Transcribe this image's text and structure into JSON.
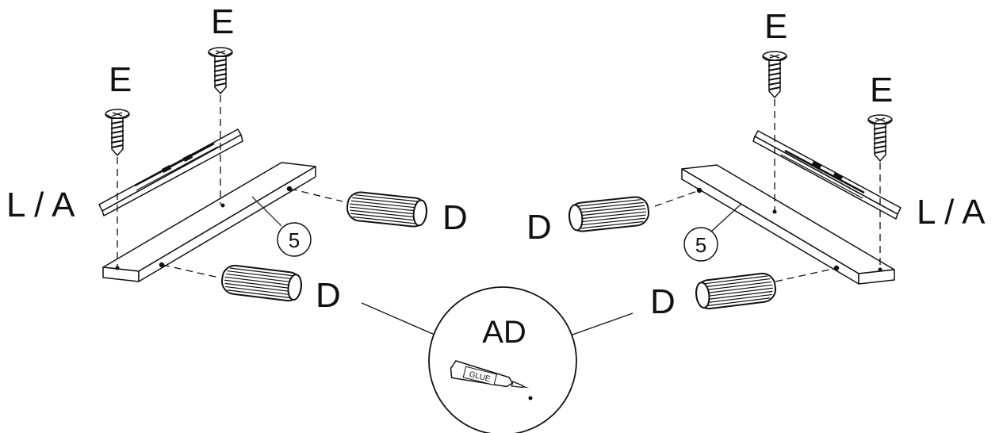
{
  "diagram": {
    "label_e": "E",
    "label_la": "L / A",
    "label_d": "D",
    "part_number": "5",
    "adhesive_label": "AD",
    "glue_text": "GLUE"
  },
  "colors": {
    "ink": "#111111",
    "paper": "#ffffff"
  }
}
